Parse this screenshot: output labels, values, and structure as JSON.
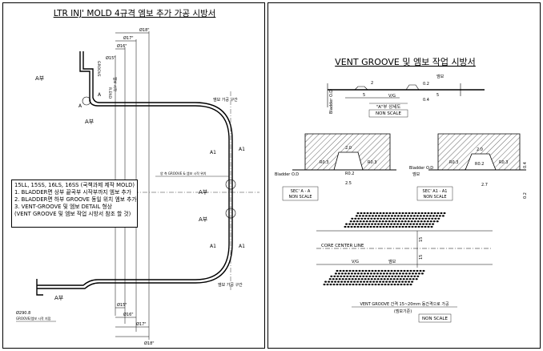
{
  "left": {
    "title": "LTR INJ' MOLD 4규격 엠보 추가 가공 시방서",
    "dims": [
      "Ø18\"",
      "Ø17\"",
      "Ø16\"",
      "Ø15\"",
      "Ø15\"",
      "Ø16\"",
      "Ø17\"",
      "Ø18\""
    ],
    "lower_dim": "Ø290.8",
    "groove_label": "GROOVE",
    "groove_note": "GROOVE/엠보 시작 지점",
    "vert_label": "R.END",
    "vert_label2": "엠보 시작",
    "section_marks": [
      "A부",
      "A부",
      "A부",
      "A부",
      "A부"
    ],
    "a_marks": [
      "A",
      "A",
      "A1",
      "A1",
      "A1",
      "A1"
    ],
    "emboss_zone_top": "엠보 가공 구간",
    "emboss_zone_bottom": "엠보 가공 구간",
    "mid_note": "양 측 GROOVE & 엠보 시작 위치",
    "notes": [
      "15LL, 15SS, 16LS, 16SS (국책과제 제작 MOLD)",
      "1. BLADDER면 상부 끝곡부 시작부까지 엠보 추가",
      "2. BLADDER면 하부 GROOVE 동일 위치 엠보 추가",
      "3. VENT-GROOVE 및 엠보 DETAIL 형상",
      "(VENT GROOVE 및 엠보 작업 시방서 참조 할 것)"
    ]
  },
  "right": {
    "title": "VENT GROOVE 및 엠보 작업 시방서",
    "detail_caption": "\"A\"부 상세도",
    "non_scale": "NON SCALE",
    "bladder_od": "Bladder O.D",
    "emboss": "엠보",
    "vg": "V/G",
    "detail_dims": [
      "2",
      "5",
      "5",
      "0.2",
      "0.4"
    ],
    "secA": {
      "label": "SEC' A - A",
      "dims": [
        "2.0",
        "R0.3",
        "R0.2",
        "R0.3",
        "2.5"
      ]
    },
    "secA1": {
      "label": "SEC' A1 - A1",
      "dims": [
        "2.0",
        "R0.3",
        "R0.2",
        "R0.3",
        "2.7",
        "0.4",
        "0.2"
      ]
    },
    "core_center_line": "CORE CENTER LINE",
    "grid_dims": [
      "15",
      "15"
    ],
    "grid_labels": [
      "V/G",
      "엠보"
    ],
    "footer_note": "VENT GROOVE 간격 15~20mm 동간격으로 가공",
    "footer_note2": "(엠보기준)",
    "footer_non_scale": "NON SCALE"
  }
}
